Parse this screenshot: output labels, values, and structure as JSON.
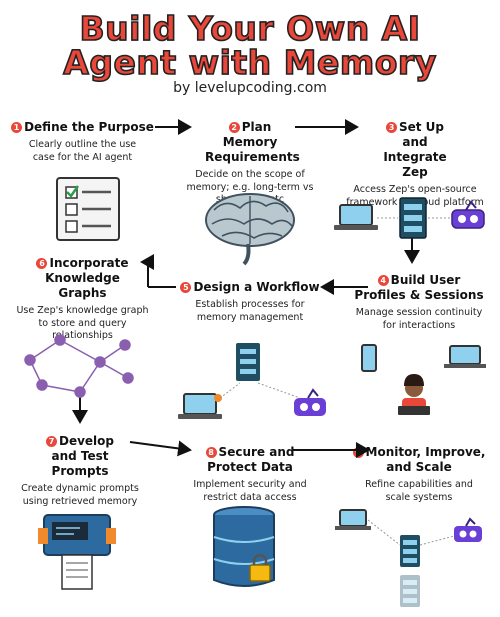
{
  "header": {
    "title_line1": "Build Your Own AI",
    "title_line2": "Agent with Memory",
    "subtitle": "by levelupcoding.com"
  },
  "steps": [
    {
      "number": "1",
      "title": "Define the Purpose",
      "description": "Clearly outline the use case for the AI agent"
    },
    {
      "number": "2",
      "title": "Plan Memory Requirements",
      "description": "Decide on the scope of memory; e.g. long-term vs short-term etc"
    },
    {
      "number": "3",
      "title": "Set Up and Integrate Zep",
      "description": "Access Zep's open-source framework or Cloud platform"
    },
    {
      "number": "4",
      "title": "Build User Profiles & Sessions",
      "description": "Manage session continuity for interactions"
    },
    {
      "number": "5",
      "title": "Design a Workflow",
      "description": "Establish processes for memory management"
    },
    {
      "number": "6",
      "title": "Incorporate Knowledge Graphs",
      "description": "Use Zep's knowledge graph to store and query relationships"
    },
    {
      "number": "7",
      "title": "Develop and Test Prompts",
      "description": "Create dynamic prompts using retrieved memory"
    },
    {
      "number": "8",
      "title": "Secure and Protect Data",
      "description": "Implement security and restrict data access"
    },
    {
      "number": "9",
      "title": "Monitor, Improve, and Scale",
      "description": "Refine capabilities and scale systems"
    }
  ],
  "colors": {
    "accent": "#e8473a",
    "robot": "#6a3fd6",
    "server": "#1f4e63",
    "screen": "#8fd0ee",
    "node": "#8a5fb0",
    "database": "#2c6aa0"
  }
}
